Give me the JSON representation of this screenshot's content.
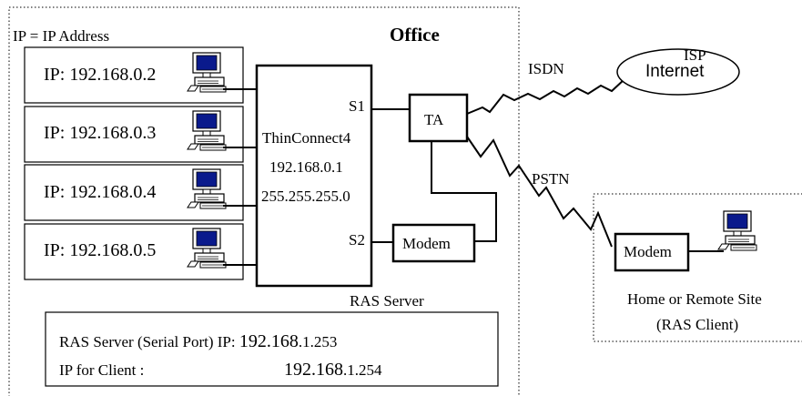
{
  "legend": "IP = IP Address",
  "office_label": "Office",
  "hosts": [
    "IP: 192.168.0.2",
    "IP: 192.168.0.3",
    "IP: 192.168.0.4",
    "IP: 192.168.0.5"
  ],
  "router": {
    "name": "ThinConnect4",
    "ip": "192.168.0.1",
    "mask": "255.255.255.0",
    "port1": "S1",
    "port2": "S2",
    "role": "RAS Server"
  },
  "ta_label": "TA",
  "office_modem_label": "Modem",
  "isdn_label": "ISDN",
  "pstn_label": "PSTN",
  "isp_label": "ISP",
  "internet_label": "Internet",
  "remote": {
    "modem_label": "Modem",
    "site_line1": "Home or Remote Site",
    "site_line2": "(RAS Client)"
  },
  "ras_info": {
    "server_prefix": "RAS Server (Serial Port) IP: ",
    "server_ip_net": "192.168",
    "server_ip_host": ".1.253",
    "client_prefix": "IP for Client :",
    "client_ip_net": "192.168",
    "client_ip_host": ".1.254"
  }
}
